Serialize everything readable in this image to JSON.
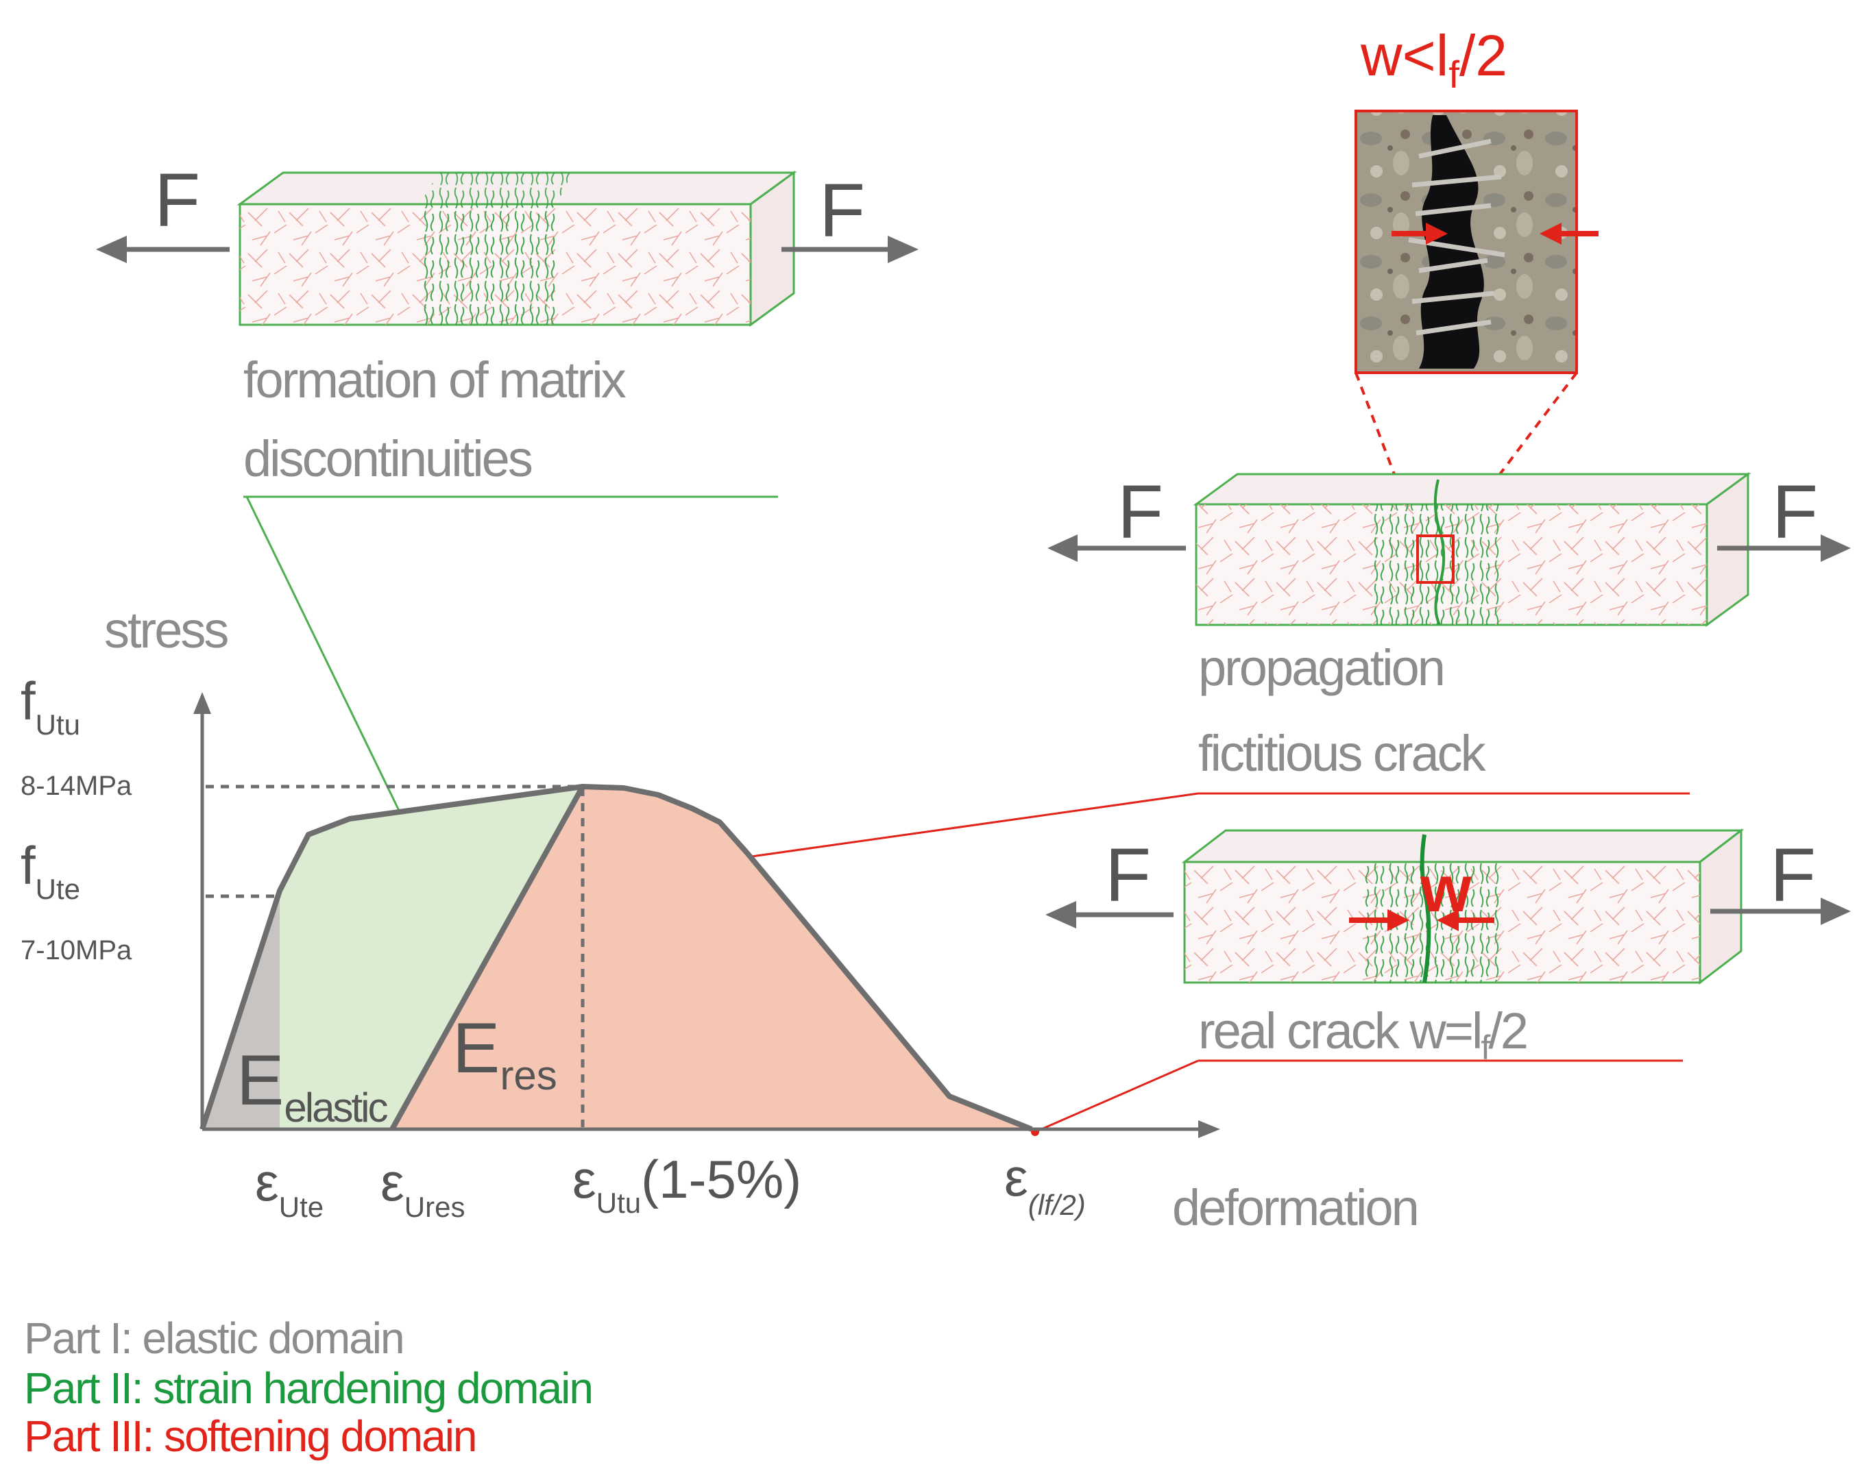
{
  "figure": {
    "specimens": {
      "top_left": {
        "force_left": "F",
        "force_right": "F",
        "caption_line1": "formation of matrix",
        "caption_line2": "discontinuities"
      },
      "middle_right": {
        "force_left": "F",
        "force_right": "F",
        "caption_line1": "propagation",
        "caption_line2": "fictitious crack"
      },
      "bottom_right": {
        "force_left": "F",
        "force_right": "F",
        "crack_label": "w",
        "caption": "real crack w=l",
        "caption_sub": "f",
        "caption_tail": "/2"
      }
    },
    "zoom_inset": {
      "label": "w<l",
      "label_sub": "f",
      "label_tail": "/2"
    },
    "graph": {
      "ylabel": "stress",
      "xlabel": "deformation",
      "y_ticks": [
        {
          "symbol": "f",
          "sub": "Utu",
          "range": "8-14MPa"
        },
        {
          "symbol": "f",
          "sub": "Ute",
          "range": "7-10MPa"
        }
      ],
      "x_ticks": [
        {
          "symbol": "ε",
          "sub": "Ute",
          "tail": ""
        },
        {
          "symbol": "ε",
          "sub": "Ures",
          "tail": ""
        },
        {
          "symbol": "ε",
          "sub": "Utu",
          "tail": "(1-5%)"
        },
        {
          "symbol": "ε",
          "sub": "(lf/2)",
          "tail": ""
        }
      ],
      "modulus_elastic": {
        "symbol": "E",
        "sub": "elastic"
      },
      "modulus_res": {
        "symbol": "E",
        "sub": "res"
      }
    },
    "legend": [
      {
        "text": "Part I: elastic domain",
        "color": "#8c8c8c"
      },
      {
        "text": "Part II: strain hardening domain",
        "color": "#1a9a3c"
      },
      {
        "text": "Part III: softening domain",
        "color": "#e2231a"
      }
    ],
    "colors": {
      "part1_fill": "#c8c4c1",
      "part2_fill": "#dcecd2",
      "part3_fill": "#f4c6b3",
      "curve": "#6e6e6e",
      "specimen_edge": "#4caf50",
      "accent_red": "#e2231a"
    }
  }
}
